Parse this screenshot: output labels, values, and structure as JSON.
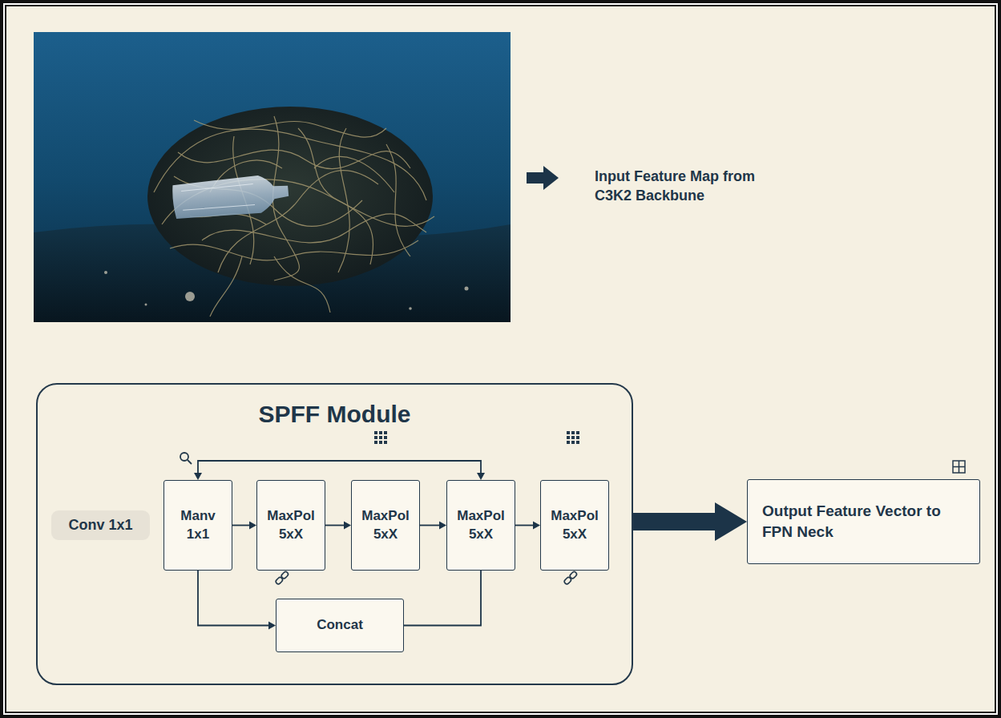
{
  "diagram": {
    "nodes": [
      {
        "text": [
          "SPFF Module"
        ]
      },
      {
        "text": [
          "Conv 1x1"
        ],
        "in": 0
      },
      {
        "text": [
          "Manv 1x1"
        ],
        "in": 0
      },
      {
        "text": [
          "MaxPol 5xX"
        ],
        "in": 0
      },
      {
        "text": [
          "MaxPol 5xX"
        ],
        "in": 0
      },
      {
        "text": [
          "MaxPol 5xX"
        ],
        "in": 0
      },
      {
        "text": [
          "MaxPol 5xX"
        ],
        "in": 0
      },
      {
        "text": [
          "Concat"
        ],
        "in": 0
      },
      {
        "text": [
          "Output Feature Vector to FPN Neck"
        ]
      }
    ],
    "edges": [
      {
        "from": 2,
        "to": 3,
        "arrow": "to"
      },
      {
        "from": 3,
        "to": 4,
        "arrow": "to"
      },
      {
        "from": 4,
        "to": 5,
        "arrow": "to"
      },
      {
        "from": 5,
        "to": 6,
        "arrow": "to"
      },
      {
        "from": 2,
        "to": 5,
        "arrow": "both"
      },
      {
        "from": 2,
        "to": 7,
        "arrow": "to"
      },
      {
        "from": 5,
        "to": 7,
        "arrow": "none"
      },
      {
        "from": 0,
        "to": 8,
        "arrow": "to"
      }
    ],
    "labels": [
      "Input Feature Map from C3K2 Backbune"
    ]
  }
}
